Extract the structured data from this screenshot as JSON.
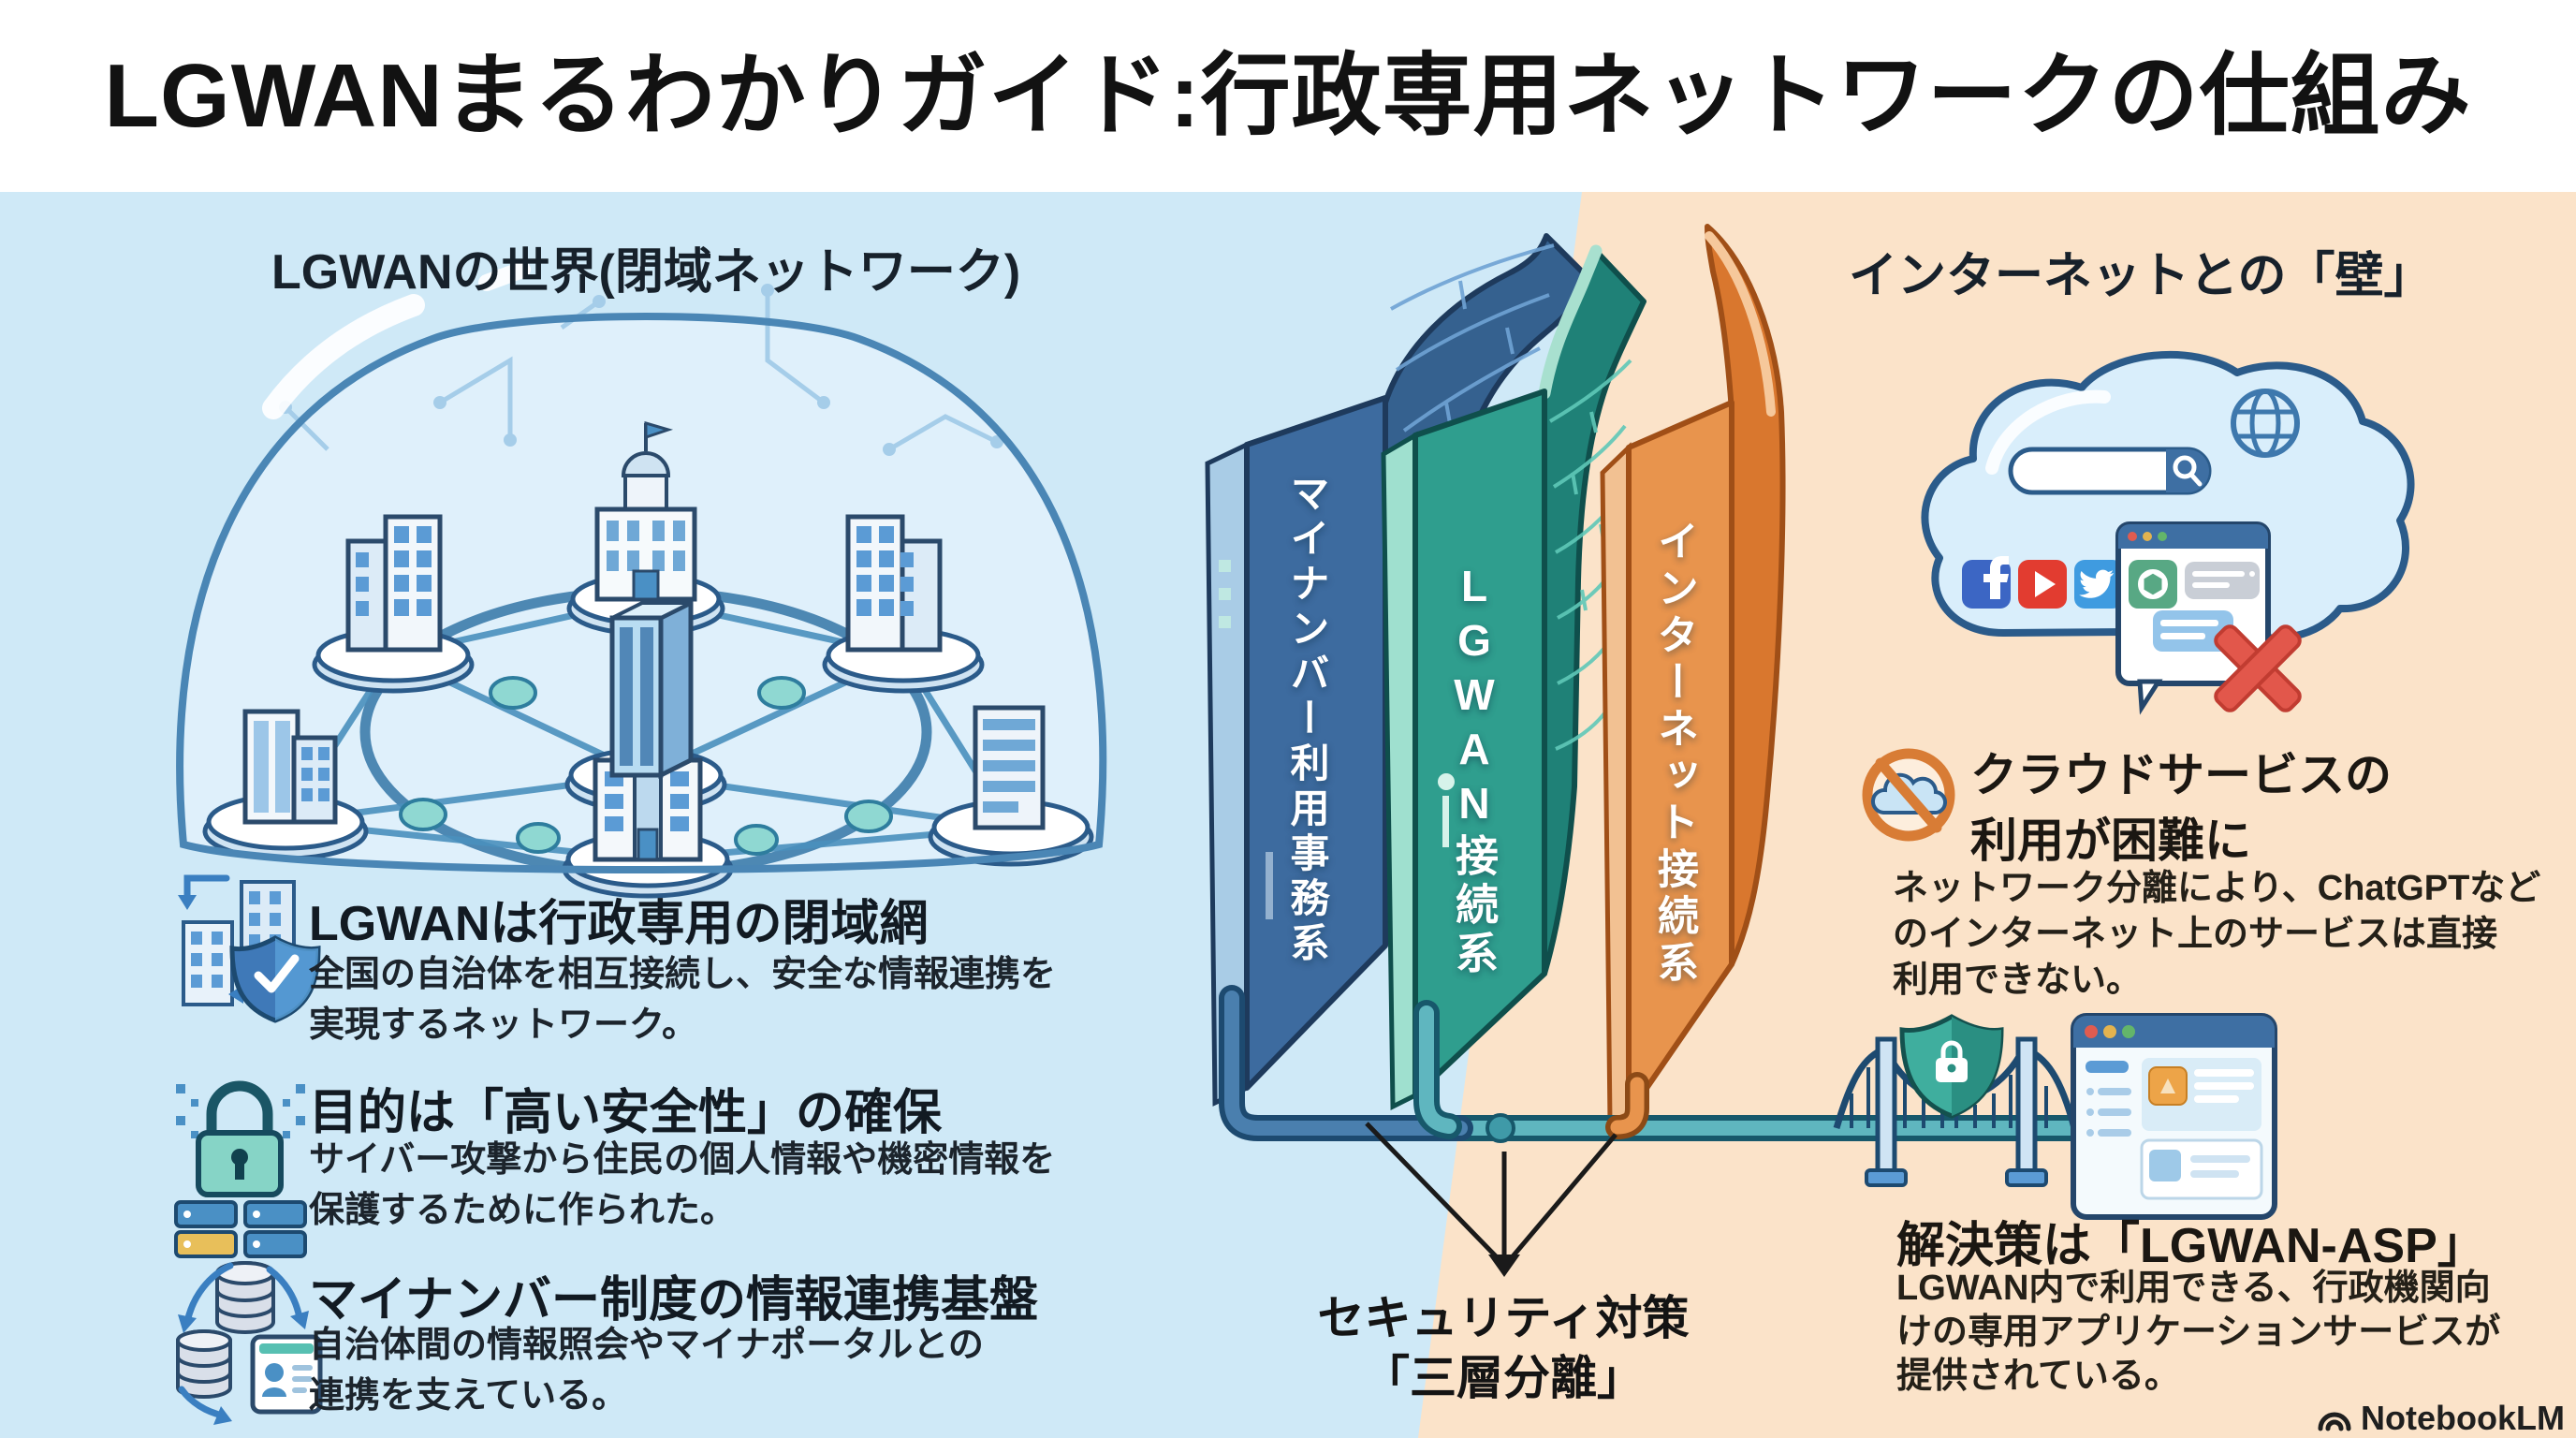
{
  "title": "LGWANまるわかりガイド:行政専用ネットワークの仕組み",
  "left": {
    "header": "LGWANの世界(閉域ネットワーク)",
    "bullets": [
      {
        "icon": "buildings-exchange-shield-icon",
        "heading": "LGWANは行政専用の閉域網",
        "line1": "全国の自治体を相互接続し、安全な情報連携を",
        "line2": "実現するネットワーク。"
      },
      {
        "icon": "padlock-servers-icon",
        "heading": "目的は「高い安全性」の確保",
        "line1": "サイバー攻撃から住民の個人情報や機密情報を",
        "line2": "保護するために作られた。"
      },
      {
        "icon": "databases-sync-idcard-icon",
        "heading": "マイナンバー制度の情報連携基盤",
        "line1": "自治体間の情報照会やマイナポータルとの",
        "line2": "連携を支えている。"
      }
    ]
  },
  "walls": {
    "wall1": "マイナンバー利用事務系",
    "wall2": "LGWAN接続系",
    "wall3": "インターネット接続系",
    "caption1": "セキュリティ対策",
    "caption2": "「三層分離」"
  },
  "right": {
    "header": "インターネットとの「壁」",
    "problem": {
      "heading1": "クラウドサービスの",
      "heading2": "利用が困難に",
      "line1": "ネットワーク分離により、ChatGPTなど",
      "line2": "のインターネット上のサービスは直接",
      "line3": "利用できない。"
    },
    "solution": {
      "heading": "解決策は「LGWAN-ASP」",
      "line1": "LGWAN内で利用できる、行政機関向",
      "line2": "けの専用アプリケーションサービスが",
      "line3": "提供されている。"
    }
  },
  "watermark": "NotebookLM",
  "icons": {
    "globe": "globe-grid",
    "facebook": "f-glyph",
    "youtube": "play-triangle",
    "twitter": "bird",
    "chatgpt": "knot",
    "blocked": "red-x",
    "no_cloud": "prohibition-cloud",
    "search": "magnifier",
    "shield": "lock-shield"
  },
  "colors": {
    "bg_left": "#cfe9f7",
    "bg_right": "#fbe3c9",
    "wall1_blue": "#3d6b9f",
    "wall2_teal": "#2f9e8e",
    "wall3_orange": "#e8944d",
    "pipe_teal": "#5fb6bf",
    "accent_navy": "#2b5b8a",
    "x_red": "#e2574b",
    "prohibition_orange": "#d87c35"
  }
}
